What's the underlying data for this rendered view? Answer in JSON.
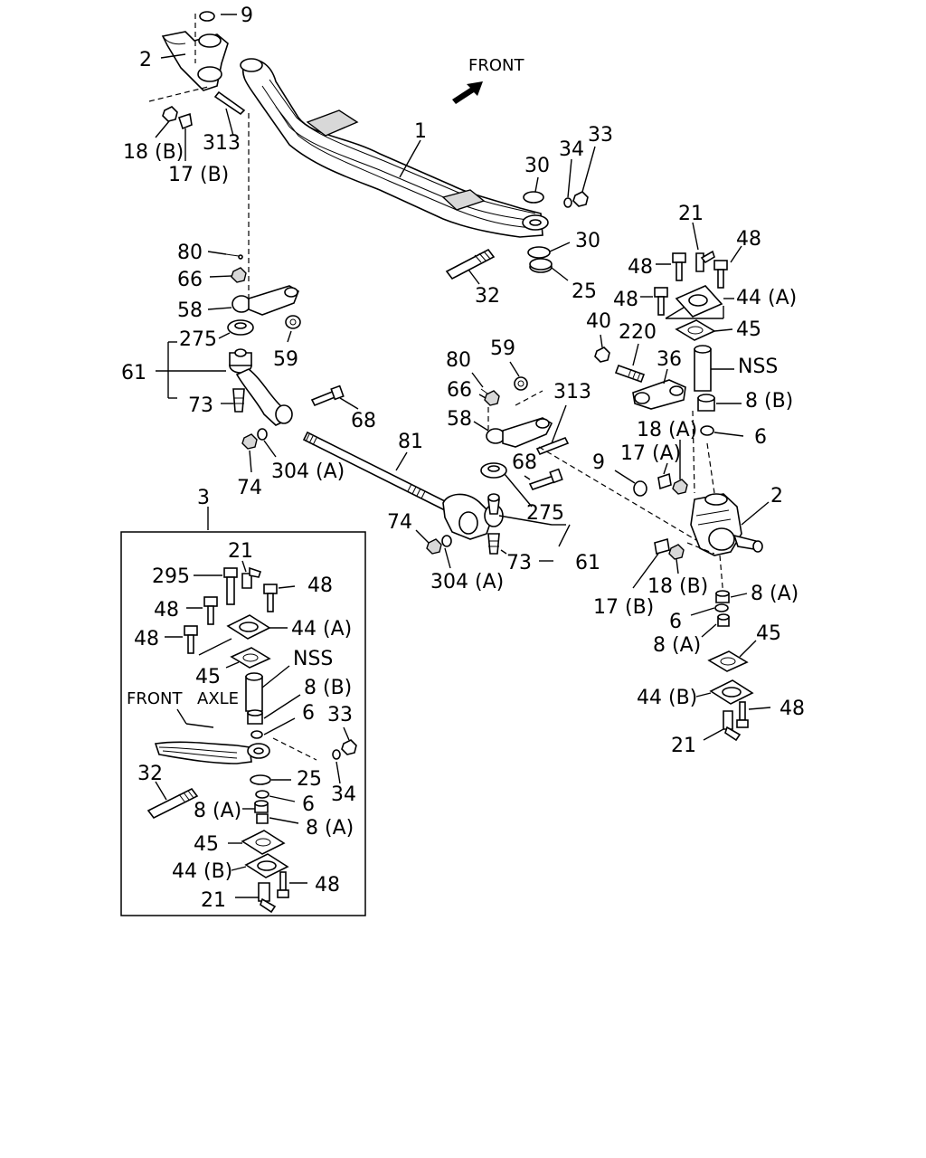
{
  "headings": {
    "front_arrow": "FRONT",
    "inset_front": "FRONT",
    "inset_axle": "AXLE"
  },
  "callouts": {
    "c9_top": "9",
    "c2_top": "2",
    "c313_top": "313",
    "c18b_top": "18 (B)",
    "c17b_top": "17 (B)",
    "c1": "1",
    "c30_a": "30",
    "c34_a": "34",
    "c33_a": "33",
    "c30_b": "30",
    "c25_a": "25",
    "c32_a": "32",
    "c80_a": "80",
    "c66_a": "66",
    "c58_a": "58",
    "c275_a": "275",
    "c59_a": "59",
    "c61_a": "61",
    "c73_a": "73",
    "c68_a": "68",
    "c74_a": "74",
    "c304a_a": "304 (A)",
    "c21_r": "21",
    "c48_r1": "48",
    "c48_r2": "48",
    "c48_r3": "48",
    "c44a_r": "44 (A)",
    "c45_r": "45",
    "c40_r": "40",
    "c220_r": "220",
    "c36_r": "36",
    "c8b_r": "8 (B)",
    "cnss_r": "NSS",
    "c6_r": "6",
    "c18a_r": "18 (A)",
    "c17a_r": "17 (A)",
    "c9_r": "9",
    "c2_r": "2",
    "c80_m": "80",
    "c59_m": "59",
    "c66_m": "66",
    "c313_m": "313",
    "c58_m": "58",
    "c81_m": "81",
    "c68_m": "68",
    "c275_m": "275",
    "c74_m": "74",
    "c73_m": "73",
    "c61_m": "61",
    "c304a_m": "304 (A)",
    "c17b_r": "17 (B)",
    "c18b_r": "18 (B)",
    "c6_r2": "6",
    "c8a_r1": "8 (A)",
    "c8a_r2": "8 (A)",
    "c45_r2": "45",
    "c44b_r": "44 (B)",
    "c48_r4": "48",
    "c21_r2": "21",
    "c3": "3",
    "i21": "21",
    "i295": "295",
    "i48_1": "48",
    "i48_2": "48",
    "i48_3": "48",
    "i44a": "44 (A)",
    "i45": "45",
    "inss": "NSS",
    "i8b": "8 (B)",
    "i6": "6",
    "i33": "33",
    "i34": "34",
    "i32": "32",
    "i25": "25",
    "i6b": "6",
    "i8a1": "8 (A)",
    "i8a2": "8 (A)",
    "i45b": "45",
    "i44b": "44 (B)",
    "i48_4": "48",
    "i21b": "21"
  }
}
